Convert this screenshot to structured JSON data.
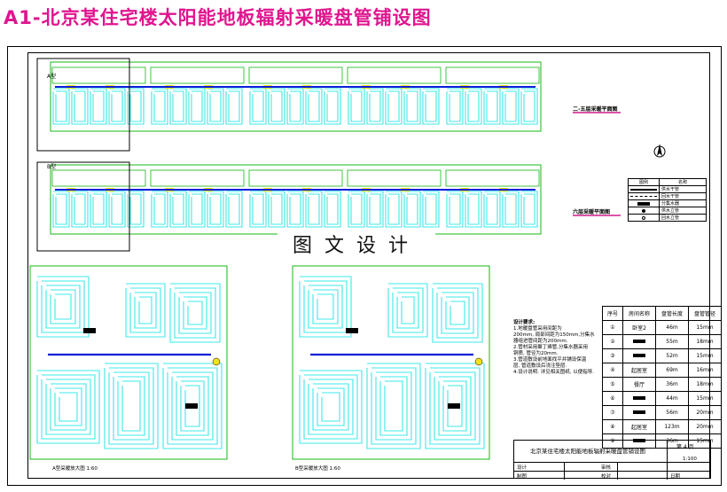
{
  "title": "A1-北京某住宅楼太阳能地板辐射采暖盘管铺设图",
  "watermark": "图文设计",
  "plans": {
    "upper_left_tag": "A型",
    "lower_left_tag": "B型",
    "plan1_caption": "二-五层采暖平面图",
    "plan2_caption": "六层采暖平面图"
  },
  "enlarged": {
    "a_caption": "A型采暖放大图  1:60",
    "b_caption": "B型采暖放大图  1:60"
  },
  "legend": {
    "header": [
      "图例",
      "名称"
    ],
    "rows": [
      "供水干管",
      "回水干管",
      "分集水器",
      "供水立管",
      "回水立管"
    ]
  },
  "notes": {
    "heading": "设计要求:",
    "lines": [
      "1.地暖盘管采用间距为",
      "200mm, 局部间距为150mm,分集水",
      "器组进管间距为200mm.",
      "2.管材采用聚丁烯管,分集水器采用",
      "铜质, 管径为20mm.",
      "3.管道敷设前地面找平并铺设保温",
      "层, 管道敷设后浇注垫层.",
      "4.设计说明. 详见相关图纸, 以便指导."
    ]
  },
  "pipe_table": {
    "headers": [
      "序号",
      "房间名称",
      "盘管长度",
      "盘管管径"
    ],
    "rows": [
      [
        "①",
        "卧室2",
        "46m",
        "15mm"
      ],
      [
        "②",
        "",
        "55m",
        "18mm"
      ],
      [
        "③",
        "",
        "52m",
        "15mm"
      ],
      [
        "④",
        "起居室",
        "69m",
        "16mm"
      ],
      [
        "⑤",
        "餐厅",
        "36m",
        "18mm"
      ],
      [
        "⑥",
        "",
        "44m",
        "15mm"
      ],
      [
        "⑦",
        "",
        "56m",
        "20mm"
      ],
      [
        "⑧",
        "起居室",
        "123m",
        "20mm"
      ],
      [
        "⑨",
        "",
        "36m",
        "15mm"
      ]
    ]
  },
  "title_block": {
    "project": "北京某住宅楼太阳能地板辐射采暖盘管铺设图",
    "sheet": "第 4 页",
    "scale": "1:100",
    "row2_left": "设计",
    "row2_mid": "审核",
    "row3_left": "制图",
    "row3_mid": "校对",
    "row3_right": "日期"
  },
  "colors": {
    "title": "#e0158f",
    "pipe": "#3ee8e8",
    "wall": "#14b814",
    "supply": "#0a1fd8",
    "accent": "#f1e21b",
    "caption": "#d01a8a"
  }
}
